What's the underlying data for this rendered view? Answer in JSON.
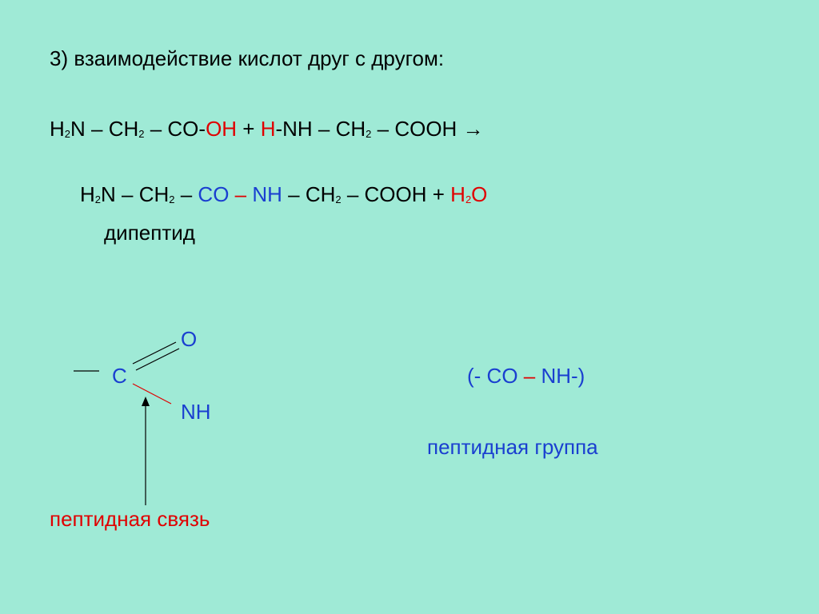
{
  "heading": "3) взаимодействие кислот друг с другом:",
  "reaction1": {
    "h2n_H": "H",
    "h2n_2": "2",
    "h2n_N": "N",
    "dash_ch_1": " – CH",
    "ch2_sub_1": "2",
    "dash_co": " – CO-",
    "oh": "OH",
    "plus1": " + ",
    "h": "H",
    "nh_dash_ch": "-NH – CH",
    "ch2_sub_2": "2",
    "tail": " – COOH →"
  },
  "reaction2": {
    "h2n_H": "H",
    "h2n_2": "2",
    "h2n_N": "N",
    "dash_ch_1": " – CH",
    "ch2_sub_1": "2",
    "dash": " – ",
    "co": "CO",
    "bond": " – ",
    "nh": "NH",
    "dash_ch_2": " – CH",
    "ch2_sub_2": "2",
    "tail": " – COOH + ",
    "water_H": "H",
    "water_2": "2",
    "water_O": "O"
  },
  "product_label": "дипептид",
  "structure": {
    "o_label": "O",
    "c_label": "C",
    "nh_label": "NH"
  },
  "group_formula": {
    "open": "(- CO ",
    "bond": "–",
    "close": " NH-)"
  },
  "group_label": "пептидная группа",
  "bond_label": "пептидная связь"
}
